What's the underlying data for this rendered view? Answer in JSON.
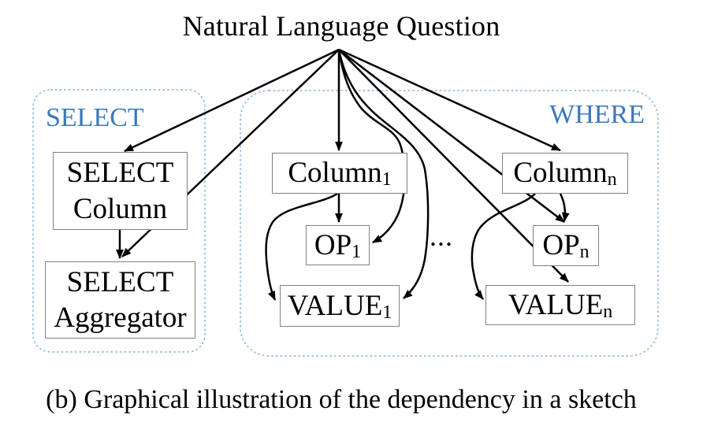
{
  "title": "Natural Language Question",
  "caption": "(b) Graphical illustration of the dependency in a sketch",
  "ellipsis": "...",
  "groups": {
    "select": {
      "label": "SELECT"
    },
    "where": {
      "label": "WHERE"
    }
  },
  "nodes": {
    "select_column": {
      "line1": "SELECT",
      "line2": "Column"
    },
    "select_aggregator": {
      "line1": "SELECT",
      "line2": "Aggregator"
    },
    "column_1": {
      "label": "Column",
      "sub": "1"
    },
    "op_1": {
      "label": "OP",
      "sub": "1"
    },
    "value_1": {
      "label": "VALUE",
      "sub": "1"
    },
    "column_n": {
      "label": "Column",
      "sub": "n"
    },
    "op_n": {
      "label": "OP",
      "sub": "n"
    },
    "value_n": {
      "label": "VALUE",
      "sub": "n"
    }
  },
  "edges": [
    {
      "from": "natural_language_question",
      "to": "select_column"
    },
    {
      "from": "natural_language_question",
      "to": "select_aggregator"
    },
    {
      "from": "natural_language_question",
      "to": "column_1"
    },
    {
      "from": "natural_language_question",
      "to": "op_1"
    },
    {
      "from": "natural_language_question",
      "to": "value_1"
    },
    {
      "from": "natural_language_question",
      "to": "column_n"
    },
    {
      "from": "natural_language_question",
      "to": "op_n"
    },
    {
      "from": "natural_language_question",
      "to": "value_n"
    },
    {
      "from": "select_column",
      "to": "select_aggregator"
    },
    {
      "from": "column_1",
      "to": "op_1"
    },
    {
      "from": "column_1",
      "to": "value_1"
    },
    {
      "from": "column_n",
      "to": "op_n"
    },
    {
      "from": "column_n",
      "to": "value_n"
    }
  ],
  "colors": {
    "accent_blue": "#3c78bd",
    "container_dash": "#7fafe0",
    "box_border": "#828282",
    "arrow": "#000000"
  }
}
